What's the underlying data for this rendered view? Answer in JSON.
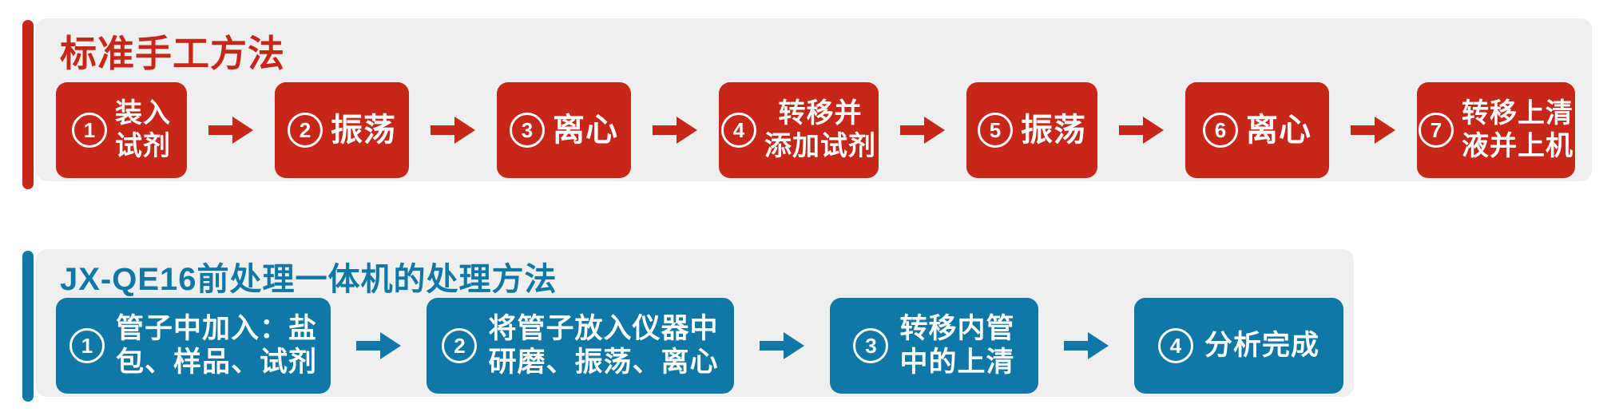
{
  "theme": {
    "red": "#c62718",
    "blue": "#0f78a6",
    "panel": "#efefef",
    "page": "#ffffff",
    "text_on_color": "#ffffff"
  },
  "sections": [
    {
      "id": "manual",
      "title": "标准手工方法",
      "accent": "#c62718",
      "steps": [
        {
          "num": "1",
          "lines": [
            "装入",
            "试剂"
          ]
        },
        {
          "num": "2",
          "lines": [
            "振荡"
          ]
        },
        {
          "num": "3",
          "lines": [
            "离心"
          ]
        },
        {
          "num": "4",
          "lines": [
            "转移并",
            "添加试剂"
          ]
        },
        {
          "num": "5",
          "lines": [
            "振荡"
          ]
        },
        {
          "num": "6",
          "lines": [
            "离心"
          ]
        },
        {
          "num": "7",
          "lines": [
            "转移上清",
            "液并上机"
          ]
        }
      ]
    },
    {
      "id": "machine",
      "title": "JX-QE16前处理一体机的处理方法",
      "accent": "#0f78a6",
      "steps": [
        {
          "num": "1",
          "lines": [
            "管子中加入：盐",
            "包、样品、试剂"
          ]
        },
        {
          "num": "2",
          "lines": [
            "将管子放入仪器中",
            "研磨、振荡、离心"
          ]
        },
        {
          "num": "3",
          "lines": [
            "转移内管",
            "中的上清"
          ]
        },
        {
          "num": "4",
          "lines": [
            "分析完成"
          ]
        }
      ]
    }
  ]
}
